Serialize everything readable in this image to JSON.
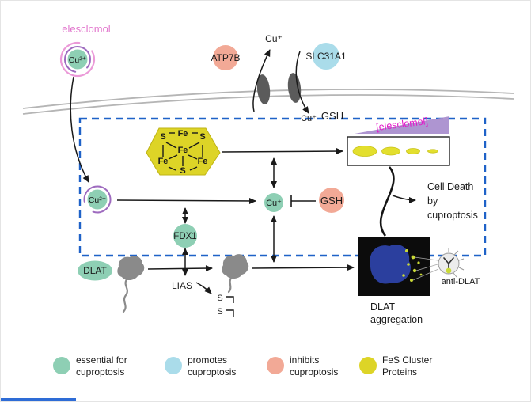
{
  "colors": {
    "essential_teal": "#8ecfb4",
    "promotes_blue": "#aadcea",
    "inhibits_salmon": "#f2a996",
    "fes_yellow": "#ddd427",
    "elesclomol_pink": "#e277cd",
    "elesclomol_magenta": "#e318c8",
    "dashed_box_blue": "#1f62c8",
    "copper_arc_purple": "#9e6bbf",
    "aggregate_blue": "#2b3f9e"
  },
  "top": {
    "elesclomol_label": "elesclomol",
    "cu2_complex": "Cu²⁺",
    "atp7b": "ATP7B",
    "cu_exported": "Cu⁺",
    "slc31a1": "SLC31A1",
    "cu_imported": "Cu⁺",
    "gsh_membrane": "GSH"
  },
  "fes": {
    "s_top_left": "S",
    "fe_top": "Fe",
    "s_top_right": "S",
    "fe_center": "Fe",
    "fe_bottom_left": "Fe",
    "s_bottom": "S",
    "fe_bottom_right": "Fe"
  },
  "gel": {
    "gradient_label": "[elesclomol]"
  },
  "core": {
    "cu2_internal": "Cu²⁺",
    "cu1": "Cu⁺",
    "gsh": "GSH",
    "fdx1": "FDX1",
    "lias": "LIAS",
    "dlat": "DLAT",
    "lipoyl_s_upper": "S",
    "lipoyl_s_lower": "S"
  },
  "right": {
    "cell_death_line1": "Cell Death",
    "cell_death_line2": "by",
    "cell_death_line3": "cuproptosis",
    "anti_dlat": "anti-DLAT",
    "aggregation_line1": "DLAT",
    "aggregation_line2": "aggregation"
  },
  "legend": [
    {
      "color": "#8ecfb4",
      "line1": "essential for",
      "line2": "cuproptosis"
    },
    {
      "color": "#aadcea",
      "line1": "promotes",
      "line2": "cuproptosis"
    },
    {
      "color": "#f2a996",
      "line1": "inhibits",
      "line2": "cuproptosis"
    },
    {
      "color": "#ddd427",
      "line1": "FeS Cluster",
      "line2": "Proteins"
    }
  ]
}
